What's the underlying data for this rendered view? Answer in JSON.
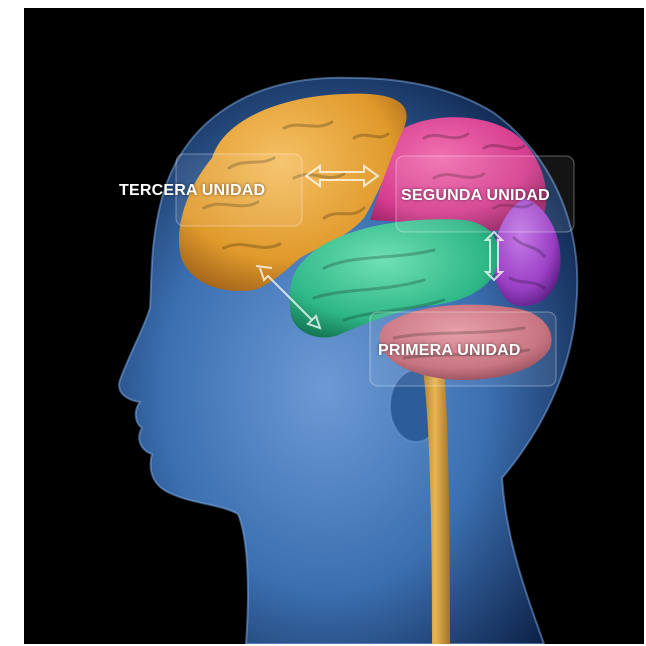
{
  "labels": {
    "third_unit": "TERCERA UNIDAD",
    "second_unit": "SEGUNDA UNIDAD",
    "first_unit": "PRIMERA UNIDAD"
  },
  "colors": {
    "background": "#000000",
    "head": "#3b6fb0",
    "frontal_lobe": "#e09a2c",
    "parietal_lobe": "#d63d8e",
    "occipital_lobe": "#9a3fc4",
    "temporal_lobe": "#2fb787",
    "cerebellum": "#c46b78",
    "brainstem": "#e0aa45"
  }
}
